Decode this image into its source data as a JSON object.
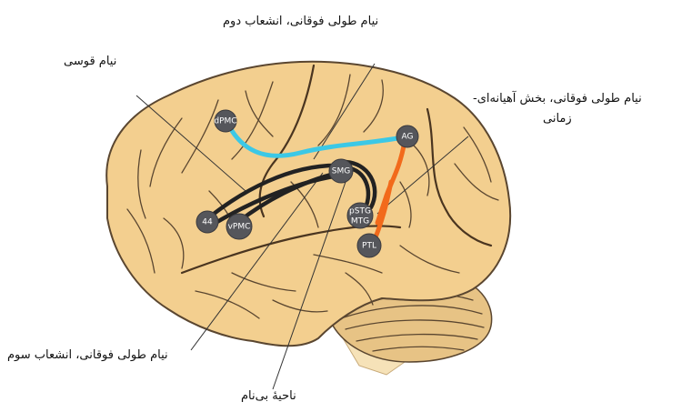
{
  "labels": {
    "slf_2": "نیام طولی فوقانی، انشعاب دوم",
    "arcuate": "نیام قوسی",
    "tp_line1": "نیام طولی فوقانی، بخش آهیانه‌ای-",
    "tp_line2": "زمانی",
    "slf_3": "نیام طولی فوقانی، انشعاب سوم",
    "unnamed": "ناحیهٔ بی‌نام"
  },
  "nodes": {
    "dpmc": "dPMC",
    "ag": "AG",
    "smg": "SMG",
    "n44": "44",
    "vpmc": "vPMC",
    "pstg_1": "pSTG",
    "pstg_2": "MTG",
    "ptl": "PTL"
  },
  "colors": {
    "brain_fill": "#f3cf8f",
    "cerebellum_fill": "#e7c385",
    "brainstem_fill": "#f6e2b8",
    "tract_slf2": "#3cc8e6",
    "tract_arcuate": "#222222",
    "tract_tp": "#f26a1b",
    "node": "#55565b"
  }
}
